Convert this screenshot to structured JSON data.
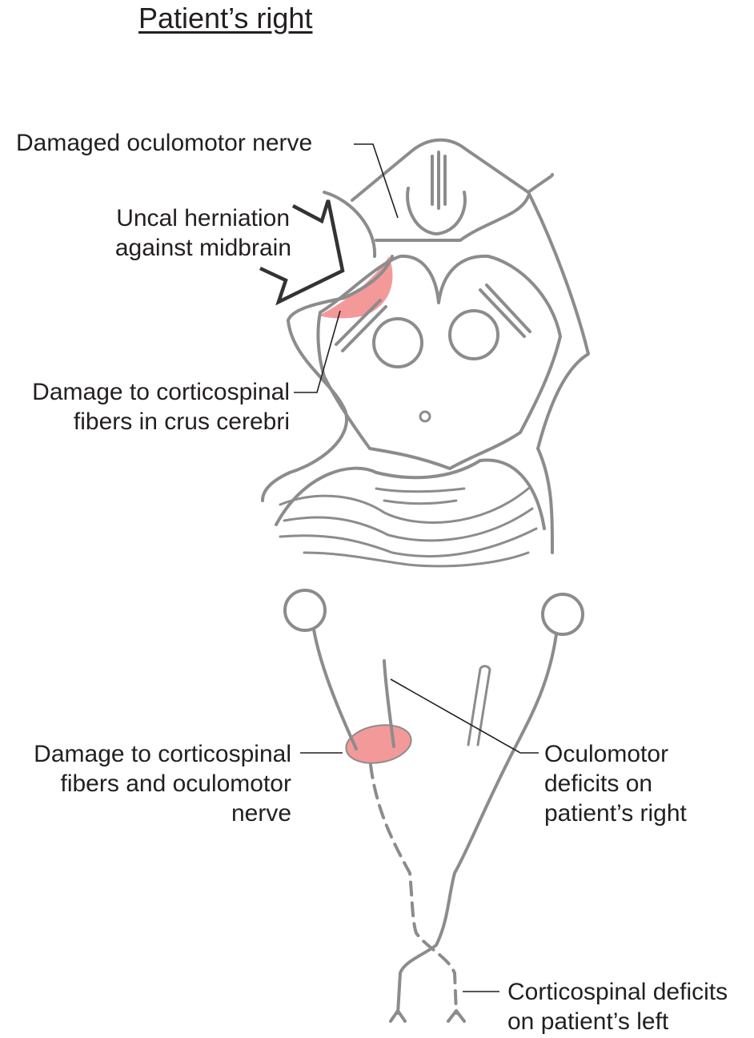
{
  "title": "Patient’s right",
  "labels": {
    "damaged_oculomotor": "Damaged oculomotor nerve",
    "uncal_1": "Uncal herniation",
    "uncal_2": "against midbrain",
    "crus_1": "Damage to corticospinal",
    "crus_2": "fibers in crus cerebri",
    "lower_1": "Damage to corticospinal",
    "lower_2": "fibers and oculomotor",
    "lower_3": "nerve",
    "ocul_1": "Oculomotor",
    "ocul_2": "deficits on",
    "ocul_3": "patient’s right",
    "cs_1": "Corticospinal deficits",
    "cs_2": "on patient’s left"
  },
  "colors": {
    "lesion": "#f4999a",
    "line": "#8c8c8c",
    "text": "#231f20"
  }
}
